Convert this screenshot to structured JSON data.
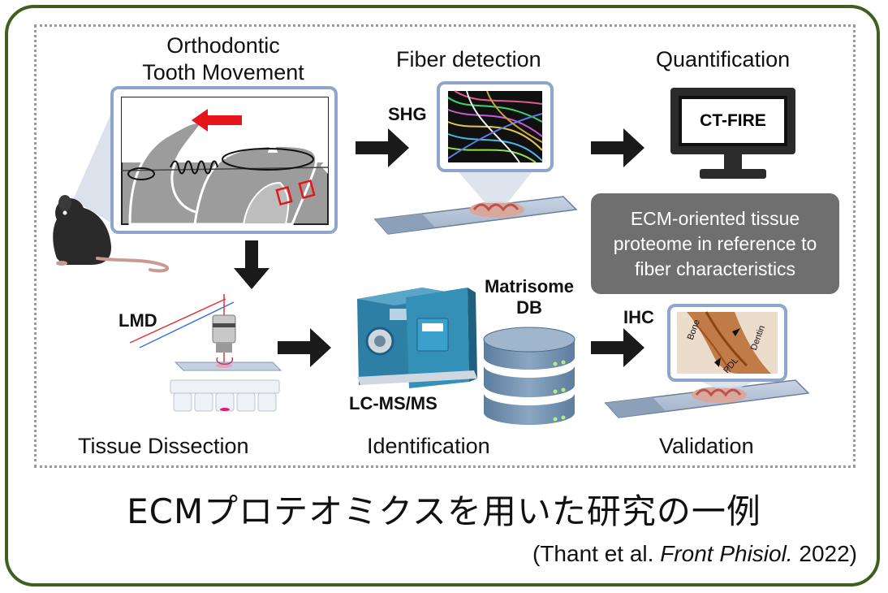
{
  "labels": {
    "orthodontic_line1": "Orthodontic",
    "orthodontic_line2": "Tooth Movement",
    "fiber_detection": "Fiber detection",
    "quantification": "Quantification",
    "shg": "SHG",
    "ct_fire": "CT-FIRE",
    "ecm_line1": "ECM-oriented tissue",
    "ecm_line2": "proteome in reference to",
    "ecm_line3": "fiber characteristics",
    "lmd": "LMD",
    "matrisome_line1": "Matrisome",
    "matrisome_line2": "DB",
    "ihc": "IHC",
    "lc_ms": "LC-MS/MS",
    "tissue_dissection": "Tissue Dissection",
    "identification": "Identification",
    "validation": "Validation",
    "ihc_bone": "Bone",
    "ihc_dentin": "Dentin",
    "ihc_pdl": "PDL"
  },
  "footer": {
    "japanese_title": "ECMプロテオミクスを用いた研究の一例",
    "citation_open": "(Thant et al. ",
    "citation_journal": "Front Phisiol.",
    "citation_close": " 2022)"
  },
  "colors": {
    "frame": "#3f5f1f",
    "arrow": "#1a1a1a",
    "red_arrow": "#e8141b",
    "ecm_box": "#6f6f6f",
    "panel_border": "#8fa6cc",
    "instrument_blue": "#2e7fa6",
    "db_blue": "#6f8fae"
  }
}
